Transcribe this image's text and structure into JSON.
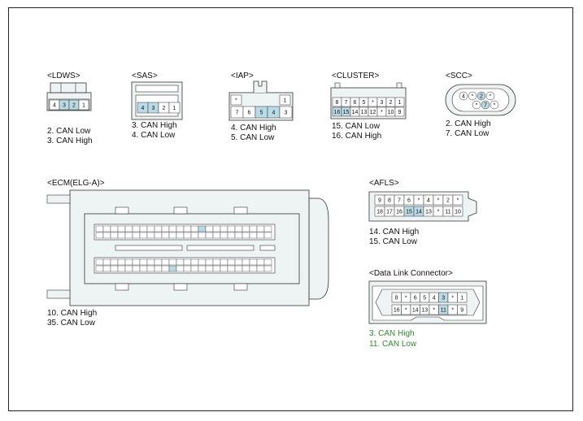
{
  "connectors": {
    "ldws": {
      "title": "<LDWS>",
      "notes": [
        "2. CAN Low",
        "3. CAN High"
      ],
      "pins": [
        "4",
        "3",
        "2",
        "1"
      ]
    },
    "sas": {
      "title": "<SAS>",
      "notes": [
        "3. CAN High",
        "4. CAN Low"
      ],
      "pins": [
        "4",
        "3",
        "2",
        "1"
      ]
    },
    "iap": {
      "title": "<IAP>",
      "notes": [
        "4. CAN High",
        "5. CAN Low"
      ],
      "pins_top": [
        "*",
        "1"
      ],
      "pins_bottom": [
        "7",
        "6",
        "5",
        "4",
        "3"
      ]
    },
    "cluster": {
      "title": "<CLUSTER>",
      "notes": [
        "15. CAN Low",
        "16. CAN High"
      ],
      "pins_top": [
        "8",
        "7",
        "6",
        "5",
        "*",
        "3",
        "2",
        "1"
      ],
      "pins_bottom": [
        "16",
        "15",
        "14",
        "13",
        "12",
        "*",
        "10",
        "9"
      ]
    },
    "scc": {
      "title": "<SCC>",
      "notes": [
        "2. CAN High",
        "7. CAN Low"
      ],
      "pins": [
        "4",
        "*",
        "2",
        "*",
        "*",
        "7",
        "*"
      ]
    },
    "ecm": {
      "title": "<ECM(ELG-A)>",
      "notes": [
        "10. CAN High",
        "35. CAN Low"
      ]
    },
    "afls": {
      "title": "<AFLS>",
      "notes": [
        "14. CAN High",
        "15. CAN Low"
      ],
      "pins_top": [
        "9",
        "8",
        "7",
        "6",
        "*",
        "4",
        "*",
        "2",
        "*"
      ],
      "pins_bottom": [
        "18",
        "17",
        "16",
        "15",
        "14",
        "13",
        "*",
        "11",
        "10"
      ]
    },
    "dlc": {
      "title": "<Data Link Connector>",
      "notes": [
        "3. CAN High",
        "11. CAN Low"
      ],
      "pins_top": [
        "8",
        "*",
        "6",
        "5",
        "4",
        "3",
        "*",
        "1"
      ],
      "pins_bottom": [
        "16",
        "*",
        "14",
        "13",
        "*",
        "11",
        "*",
        "9"
      ]
    }
  },
  "colors": {
    "highlight": "#b9dbe6",
    "body": "#eef3f3",
    "stroke": "#333333",
    "note_green": "#2e8b2e"
  }
}
